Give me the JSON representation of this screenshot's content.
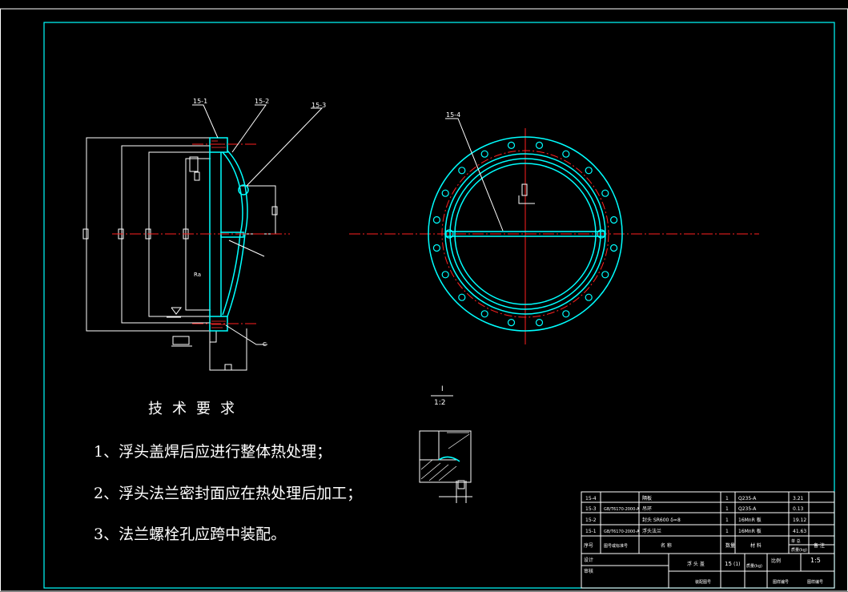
{
  "requirements": {
    "title": "技术要求",
    "items": [
      "1、浮头盖焊后应进行整体热处理；",
      "2、浮头法兰密封面应在热处理后加工；",
      "3、法兰螺栓孔应跨中装配。"
    ]
  },
  "callouts": {
    "left_1": "15-1",
    "left_2": "15-2",
    "left_3": "15-3",
    "right_4": "15-4",
    "section": "I",
    "section_scale": "1:2",
    "left_c": "C"
  },
  "title_block": {
    "rows": [
      {
        "no": "15-4",
        "code": "",
        "name": "隔板",
        "qty": "1",
        "mat": "Q235-A",
        "weight": "3.21"
      },
      {
        "no": "15-3",
        "code": "GB/T6170-2000-A",
        "name": "吊环",
        "qty": "1",
        "mat": "Q235-A",
        "weight": "0.13"
      },
      {
        "no": "15-2",
        "code": "",
        "name": "封头 SR600 δ=8",
        "qty": "1",
        "mat": "16MnR 板",
        "weight": "19.12"
      },
      {
        "no": "15-1",
        "code": "GB/T6170-2000-A",
        "name": "浮头法兰",
        "qty": "1",
        "mat": "16MnR 板",
        "weight": "41.63"
      }
    ],
    "header": {
      "no": "序号",
      "code": "图号或标准号",
      "name": "名  称",
      "qty": "数量",
      "mat": "材  料",
      "weight_single": "单  总",
      "weight_label": "质量(kg)",
      "remark": "备 注"
    },
    "bottom": {
      "design": "设计",
      "check": "审核",
      "part_name": "浮 头 盖",
      "part_no": "15",
      "sheet": "(1)",
      "mass_label": "质量(kg)",
      "scale_label": "比例",
      "scale": "1:5",
      "drawing_no": "装配图号",
      "total_no": "图样编号",
      "drawing_no2": "图样编号"
    }
  }
}
